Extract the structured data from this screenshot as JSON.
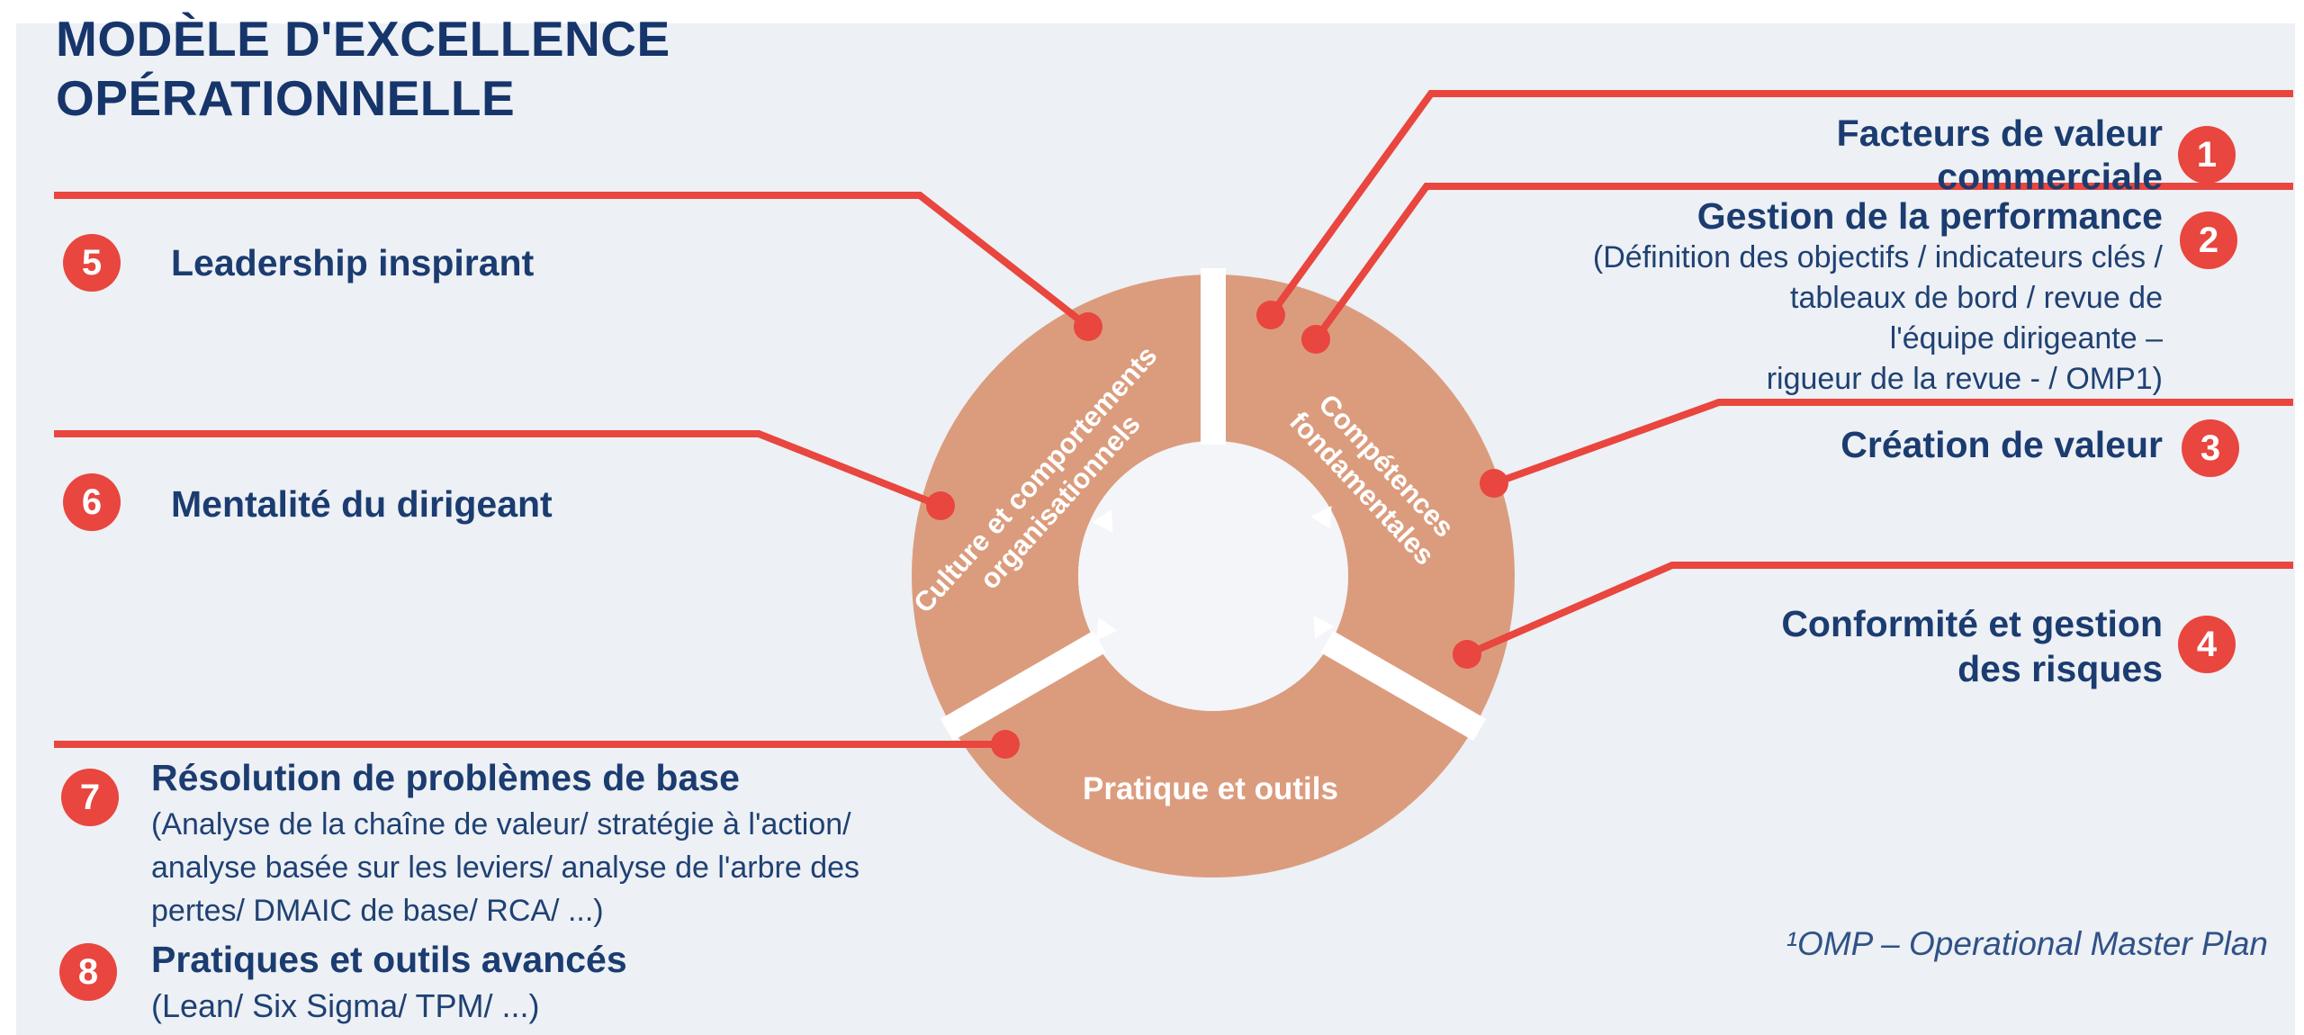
{
  "title": "MODÈLE D'EXCELLENCE\nOPÉRATIONNELLE",
  "left_items": [
    {
      "num": "5",
      "label": "Leadership inspirant"
    },
    {
      "num": "6",
      "label": "Mentalité du dirigeant"
    },
    {
      "num": "7",
      "label": "Résolution de problèmes de base",
      "sub": "(Analyse de la chaîne de valeur/ stratégie à l'action/\nanalyse basée sur les leviers/ analyse de l'arbre des\npertes/ DMAIC de base/ RCA/ ...)"
    },
    {
      "num": "8",
      "label": "Pratiques et outils avancés",
      "sub": "(Lean/ Six Sigma/ TPM/ ...)"
    }
  ],
  "right_items": [
    {
      "num": "1",
      "label": "Facteurs de valeur\ncommerciale"
    },
    {
      "num": "2",
      "label": "Gestion de la performance",
      "sub": "(Définition des objectifs / indicateurs clés /\ntableaux de bord / revue de\nl'équipe dirigeante –\nrigueur de la revue - / OMP1)"
    },
    {
      "num": "3",
      "label": "Création de valeur"
    },
    {
      "num": "4",
      "label": "Conformité et gestion\ndes risques"
    }
  ],
  "donut": {
    "segments": [
      {
        "label": "Culture et comportements\norganisationnels"
      },
      {
        "label": "Compétences\nfondamentales"
      },
      {
        "label": "Pratique et outils"
      }
    ]
  },
  "footnote": "¹OMP – Operational Master Plan",
  "colors": {
    "accent_red": "#E8463E",
    "navy_text": "#1B3C70",
    "title_navy": "#16356B",
    "donut_salmon": "#DB9C7D",
    "background": "#EDF0F4",
    "footnote_blue": "#2F5287"
  }
}
